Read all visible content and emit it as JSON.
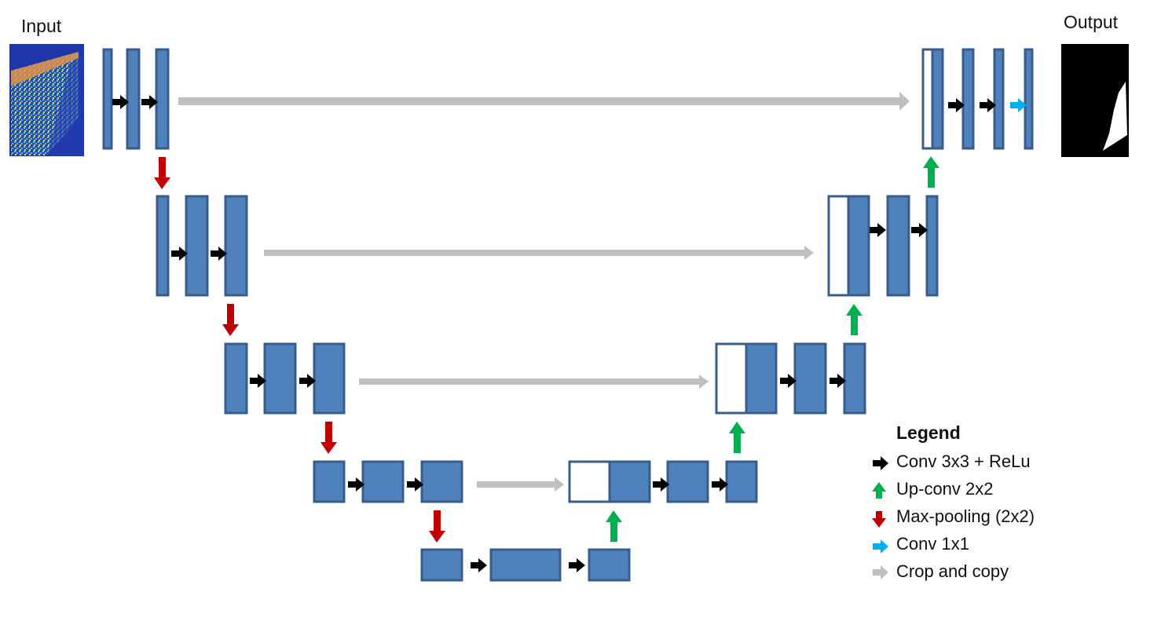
{
  "labels": {
    "input": "Input",
    "output": "Output"
  },
  "legend": {
    "title": "Legend",
    "items": [
      {
        "label": "Conv 3x3 + ReLu",
        "icon": "black-arrow-right-icon",
        "color": "#000000"
      },
      {
        "label": "Up-conv 2x2",
        "icon": "green-arrow-up-icon",
        "color": "#00b050"
      },
      {
        "label": "Max-pooling (2x2)",
        "icon": "red-arrow-down-icon",
        "color": "#c00000"
      },
      {
        "label": "Conv 1x1",
        "icon": "blue-arrow-right-icon",
        "color": "#00b0f0"
      },
      {
        "label": "Crop and copy",
        "icon": "gray-arrow-right-icon",
        "color": "#bfbfbf"
      }
    ]
  },
  "colors": {
    "block_fill": "#4f81bd",
    "block_stroke": "#385d8a",
    "conv": "#000000",
    "upconv": "#00b050",
    "maxpool": "#c00000",
    "conv1x1": "#00b0f0",
    "crop": "#bfbfbf"
  }
}
